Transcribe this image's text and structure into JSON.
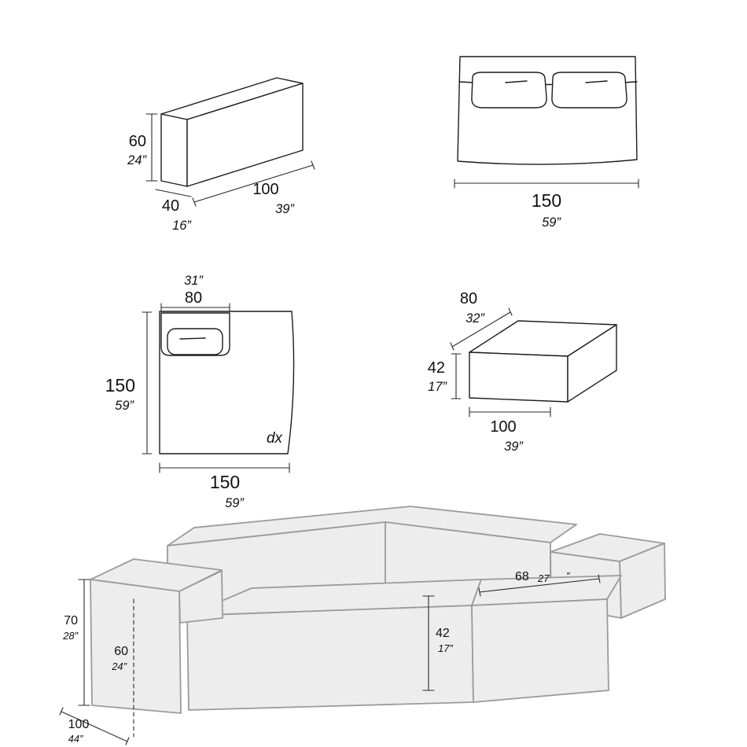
{
  "colors": {
    "background": "#ffffff",
    "line": "#1c1c1c",
    "dimension_line": "#2a2a2a",
    "sofa_fill": "#ededed",
    "sofa_stroke": "#9b9b9b"
  },
  "modules": {
    "back_cushion_3d": {
      "height_cm": "60",
      "height_in": "24”",
      "depth_cm": "40",
      "depth_in": "16”",
      "length_cm": "100",
      "length_in": "39”"
    },
    "seat_front_view": {
      "width_cm": "150",
      "width_in": "59”"
    },
    "seat_plan_view": {
      "back_cushion_in": "31”",
      "back_cushion_cm": "80",
      "depth_cm": "150",
      "depth_in": "59”",
      "width_cm": "150",
      "width_in": "59”",
      "variant_label": "dx"
    },
    "pouf_3d": {
      "depth_cm": "80",
      "depth_in": "32”",
      "height_cm": "42",
      "height_in": "17”",
      "length_cm": "100",
      "length_in": "39”"
    },
    "sofa_3d": {
      "overall_height_cm": "70",
      "overall_height_in": "28”",
      "arm_height_cm": "60",
      "arm_height_in": "24”",
      "overall_depth_cm": "100",
      "overall_depth_in": "44”",
      "seat_height_cm": "42",
      "seat_height_in": "17”",
      "seat_depth_cm": "68",
      "seat_depth_in": "27",
      "seat_depth_unit": "”"
    }
  }
}
